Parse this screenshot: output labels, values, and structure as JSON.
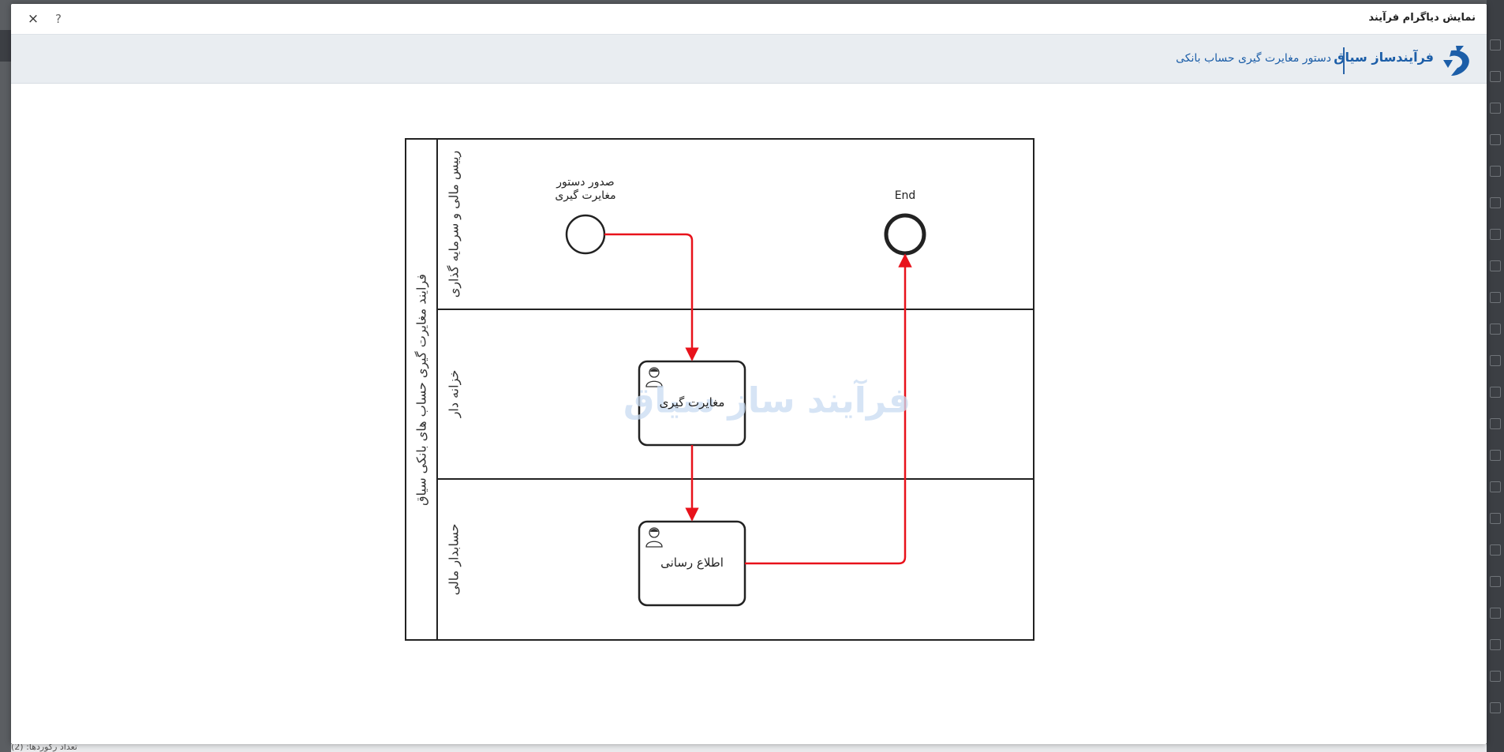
{
  "modal": {
    "title": "نمایش دیاگرام فرآیند",
    "close_label": "×",
    "help_label": "?"
  },
  "header": {
    "brand_name": "فرآیندساز سیاق",
    "process_name": "دستور مغایرت گیری حساب بانکی",
    "logo_icon": "siyagh-logo-icon",
    "brand_color": "#1c5ea8"
  },
  "diagram": {
    "pool_label": "فرایند مغایرت گیری حساب های بانکی سیاق",
    "lanes": [
      {
        "label": "رییس مالی و سرمایه گذاری"
      },
      {
        "label": "خزانه دار"
      },
      {
        "label": "حسابدار مالی"
      }
    ],
    "start_event": {
      "line1": "صدور دستور",
      "line2": "مغایرت گیری"
    },
    "end_event": {
      "label": "End"
    },
    "tasks": [
      {
        "label": "مغایرت گیری",
        "type": "user-task"
      },
      {
        "label": "اطلاع رسانی",
        "type": "user-task"
      }
    ],
    "flow_color": "#e8121b",
    "watermark": "فرآیند ساز سیاق"
  },
  "background": {
    "footer_text": "تعداد رکوردها: (2)"
  }
}
